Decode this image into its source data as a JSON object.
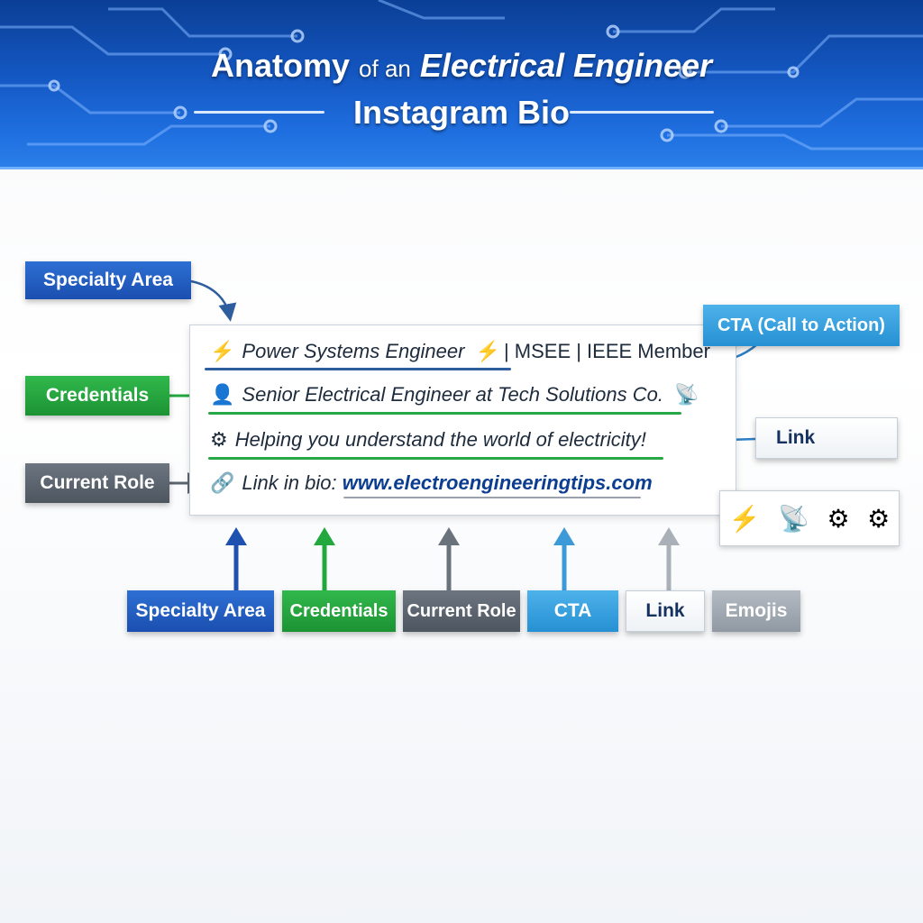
{
  "header": {
    "title_part1": "Anatomy",
    "title_part2": "of an",
    "title_part3": "Electrical Engineer",
    "title_line2": "Instagram Bio"
  },
  "bio": {
    "line1_emoji": "⚡",
    "line1_text": "Power Systems Engineer",
    "line1_emoji_end": "⚡",
    "line1_tail": "| MSEE | IEEE Member",
    "line2_emoji": "👤",
    "line2_text": "Senior Electrical Engineer at Tech Solutions Co.",
    "line2_emoji_end": "📡",
    "line3_emoji": "⚙",
    "line3_text": "Helping you understand the world of electricity!",
    "line4_emoji": "🔗",
    "line4_prefix": "Link in bio:",
    "line4_url": "www.electroengineeringtips.com"
  },
  "callouts": {
    "specialty": "Specialty Area",
    "credentials": "Credentials",
    "current_role": "Current Role",
    "cta": "CTA (Call to Action)",
    "link": "Link",
    "emojis": [
      "⚡",
      "📡",
      "⚙",
      "⚙"
    ]
  },
  "legend": [
    {
      "label": "Specialty Area",
      "color": "#1a4fb0"
    },
    {
      "label": "Credentials",
      "color": "#1c9333"
    },
    {
      "label": "Current Role",
      "color": "#4d565f"
    },
    {
      "label": "CTA",
      "color": "#2590d3"
    },
    {
      "label": "Link",
      "color": "#ffffff"
    },
    {
      "label": "Emojis",
      "color": "#9099a3"
    }
  ]
}
